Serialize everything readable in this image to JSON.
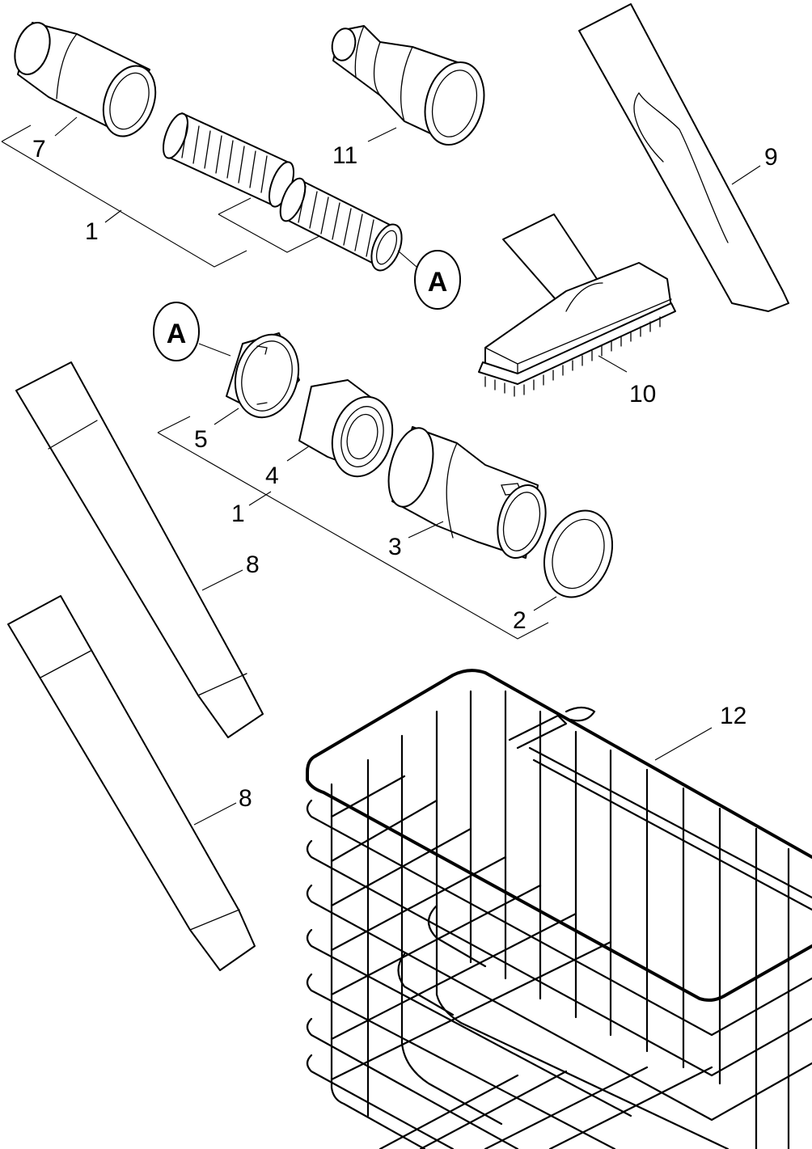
{
  "parts": {
    "label_7": "7",
    "label_1a": "1",
    "label_11": "11",
    "label_9": "9",
    "label_10": "10",
    "label_5": "5",
    "label_4": "4",
    "label_1b": "1",
    "label_3": "3",
    "label_8a": "8",
    "label_2": "2",
    "label_8b": "8",
    "label_12": "12"
  },
  "markers": {
    "connector_a_right": "A",
    "connector_a_left": "A"
  }
}
